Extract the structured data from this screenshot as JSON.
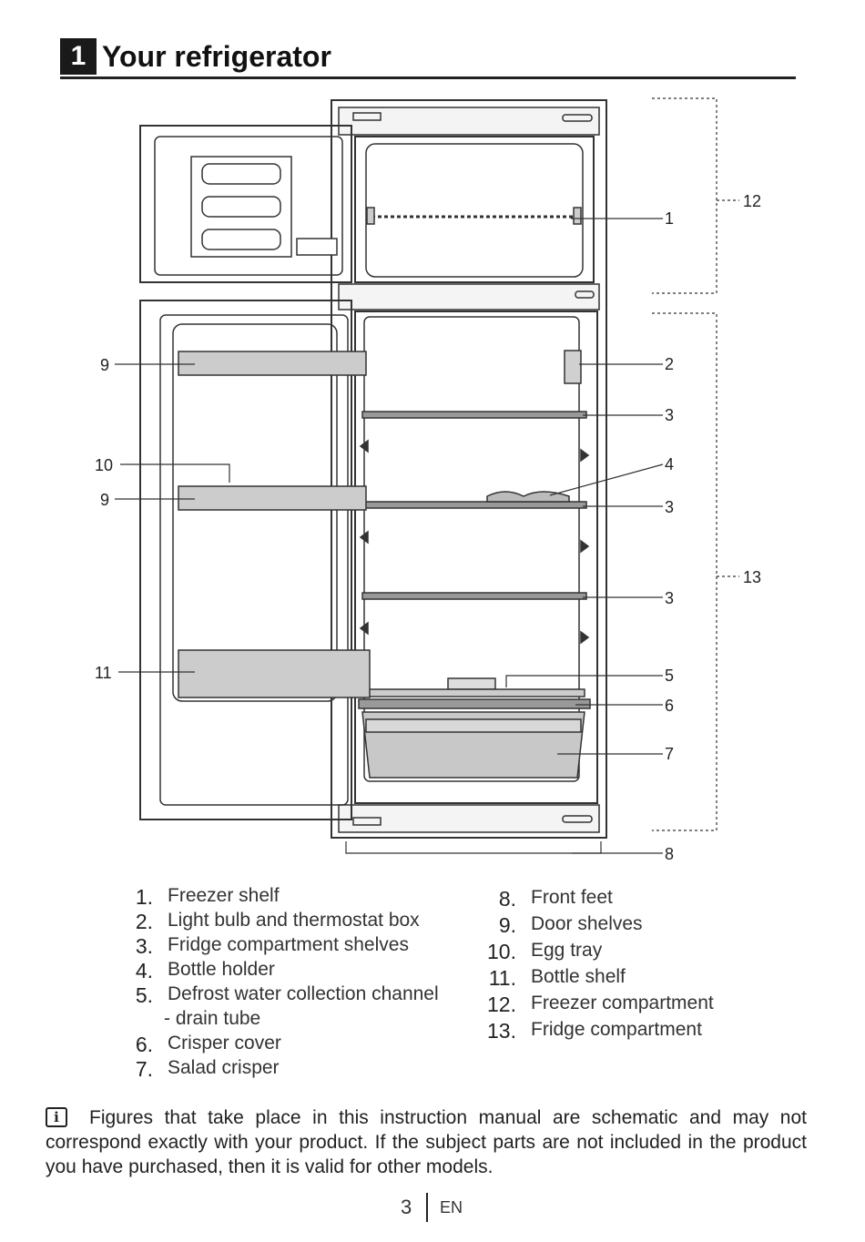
{
  "section": {
    "number": "1",
    "title": "Your refrigerator"
  },
  "callouts": [
    "1",
    "2",
    "3",
    "3",
    "3",
    "4",
    "5",
    "6",
    "7",
    "8",
    "9",
    "9",
    "10",
    "11",
    "12",
    "13"
  ],
  "legend_left": [
    {
      "num": "1.",
      "text": "Freezer shelf"
    },
    {
      "num": "2.",
      "text": "Light bulb and thermostat box"
    },
    {
      "num": "3.",
      "text": "Fridge compartment shelves"
    },
    {
      "num": "4.",
      "text": "Bottle holder"
    },
    {
      "num": "5.",
      "text": "Defrost water collection channel"
    },
    {
      "num": "",
      "text": "- drain tube"
    },
    {
      "num": "6.",
      "text": "Crisper cover"
    },
    {
      "num": "7.",
      "text": "Salad crisper"
    }
  ],
  "legend_right": [
    {
      "num": "8.",
      "text": "Front feet"
    },
    {
      "num": "9.",
      "text": "Door shelves"
    },
    {
      "num": "10.",
      "text": "Egg tray"
    },
    {
      "num": "11.",
      "text": "Bottle shelf"
    },
    {
      "num": "12.",
      "text": "Freezer compartment"
    },
    {
      "num": "13.",
      "text": "Fridge compartment"
    }
  ],
  "note": {
    "icon": "info-icon",
    "text": "Figures that take place in this instruction manual are schematic and may not correspond exactly with your product. If the subject parts are not included in the product you have purchased, then it is valid for other models."
  },
  "footer": {
    "page": "3",
    "lang": "EN"
  }
}
